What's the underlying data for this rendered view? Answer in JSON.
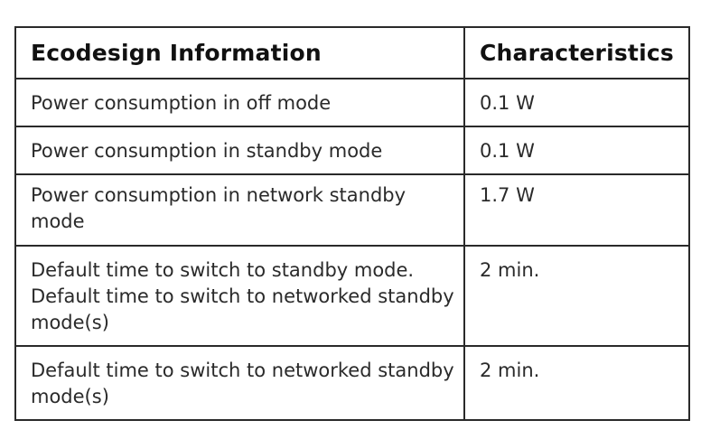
{
  "table": {
    "headers": [
      "Ecodesign Information",
      "Characteristics"
    ],
    "rows": [
      {
        "label": "Power consumption in off mode",
        "value": "0.1 W"
      },
      {
        "label": "Power consumption in standby mode",
        "value": "0.1 W"
      },
      {
        "label": "Power consumption in network standby mode",
        "value": "1.7 W"
      },
      {
        "label": "Default time to switch to standby mode.\nDefault time to switch to networked standby mode(s)",
        "value": "2 min."
      },
      {
        "label": "Default time to switch to networked standby mode(s)",
        "value": "2 min."
      }
    ]
  }
}
